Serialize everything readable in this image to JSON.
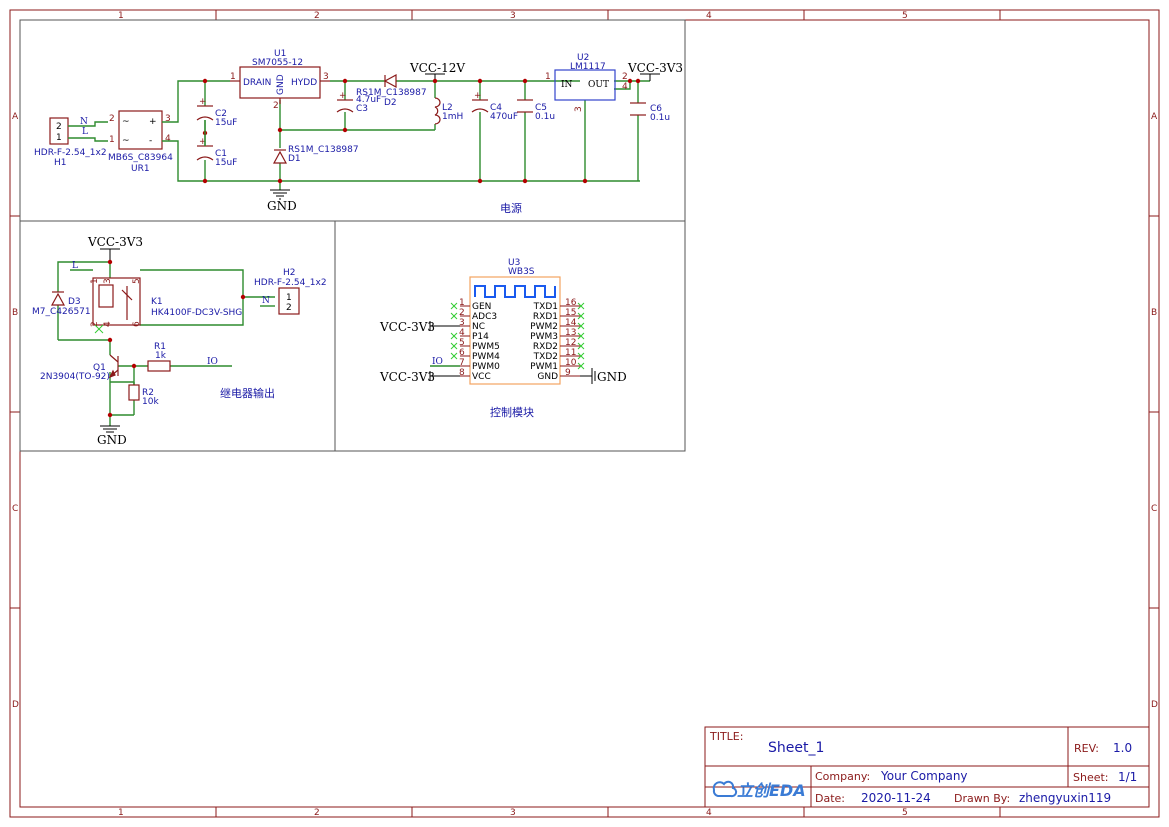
{
  "zones": {
    "cols": [
      "1",
      "2",
      "3",
      "4",
      "5"
    ],
    "rows": [
      "A",
      "B",
      "C",
      "D"
    ]
  },
  "blocks": {
    "power": "电源",
    "relay": "继电器输出",
    "control": "控制模块"
  },
  "nets": {
    "vcc12": "VCC-12V",
    "vcc3v3": "VCC-3V3",
    "gnd": "GND",
    "io": "IO",
    "l": "L",
    "n": "N"
  },
  "components": {
    "h1": {
      "part": "HDR-F-2.54_1x2",
      "ref": "H1",
      "pins": [
        "2",
        "1"
      ]
    },
    "ur1": {
      "part": "MB6S_C83964",
      "ref": "UR1",
      "pins": [
        "2",
        "1",
        "3",
        "4"
      ]
    },
    "c2": {
      "ref": "C2",
      "value": "15uF"
    },
    "c1": {
      "ref": "C1",
      "value": "15uF"
    },
    "u1": {
      "ref": "U1",
      "part": "SM7055-12",
      "drain": "DRAIN",
      "hydd": "HYDD",
      "gnd": "GND",
      "p1": "1",
      "p2": "2",
      "p3": "3"
    },
    "c3": {
      "ref": "C3",
      "value": "4.7uF"
    },
    "d2": {
      "ref": "D2",
      "part": "RS1M_C138987"
    },
    "d1": {
      "ref": "D1",
      "part": "RS1M_C138987"
    },
    "l2": {
      "ref": "L2",
      "value": "1mH"
    },
    "c4": {
      "ref": "C4",
      "value": "470uF"
    },
    "c5": {
      "ref": "C5",
      "value": "0.1u"
    },
    "u2": {
      "ref": "U2",
      "part": "LM1117",
      "in": "IN",
      "out": "OUT",
      "p1": "1",
      "p2": "2",
      "p3": "3",
      "p4": "4"
    },
    "c6": {
      "ref": "C6",
      "value": "0.1u"
    },
    "d3": {
      "ref": "D3",
      "part": "M7_C426571"
    },
    "k1": {
      "ref": "K1",
      "part": "HK4100F-DC3V-SHG",
      "pins": [
        "1",
        "3",
        "5",
        "2",
        "4",
        "6"
      ]
    },
    "h2": {
      "ref": "H2",
      "part": "HDR-F-2.54_1x2",
      "pins": [
        "1",
        "2"
      ]
    },
    "q1": {
      "ref": "Q1",
      "part": "2N3904(TO-92)"
    },
    "r1": {
      "ref": "R1",
      "value": "1k"
    },
    "r2": {
      "ref": "R2",
      "value": "10k"
    },
    "u3": {
      "ref": "U3",
      "part": "WB3S",
      "left_pins": [
        {
          "num": "1",
          "name": "GEN"
        },
        {
          "num": "2",
          "name": "ADC3"
        },
        {
          "num": "3",
          "name": "NC"
        },
        {
          "num": "4",
          "name": "P14"
        },
        {
          "num": "5",
          "name": "PWM5"
        },
        {
          "num": "6",
          "name": "PWM4"
        },
        {
          "num": "7",
          "name": "PWM0"
        },
        {
          "num": "8",
          "name": "VCC"
        }
      ],
      "right_pins": [
        {
          "num": "16",
          "name": "TXD1"
        },
        {
          "num": "15",
          "name": "RXD1"
        },
        {
          "num": "14",
          "name": "PWM2"
        },
        {
          "num": "13",
          "name": "PWM3"
        },
        {
          "num": "12",
          "name": "RXD2"
        },
        {
          "num": "11",
          "name": "TXD2"
        },
        {
          "num": "10",
          "name": "PWM1"
        },
        {
          "num": "9",
          "name": "GND"
        }
      ]
    }
  },
  "title_block": {
    "title_label": "TITLE:",
    "title": "Sheet_1",
    "rev_label": "REV:",
    "rev": "1.0",
    "company_label": "Company:",
    "company": "Your Company",
    "sheet_label": "Sheet:",
    "sheet": "1/1",
    "date_label": "Date:",
    "date": "2020-11-24",
    "drawn_label": "Drawn By:",
    "drawn": "zhengyuxin119",
    "logo": "立创EDA"
  },
  "colors": {
    "frame": "#8b1a1a",
    "wire": "#2e8b2e",
    "label": "#1a1aa6",
    "junction": "#b30000"
  }
}
